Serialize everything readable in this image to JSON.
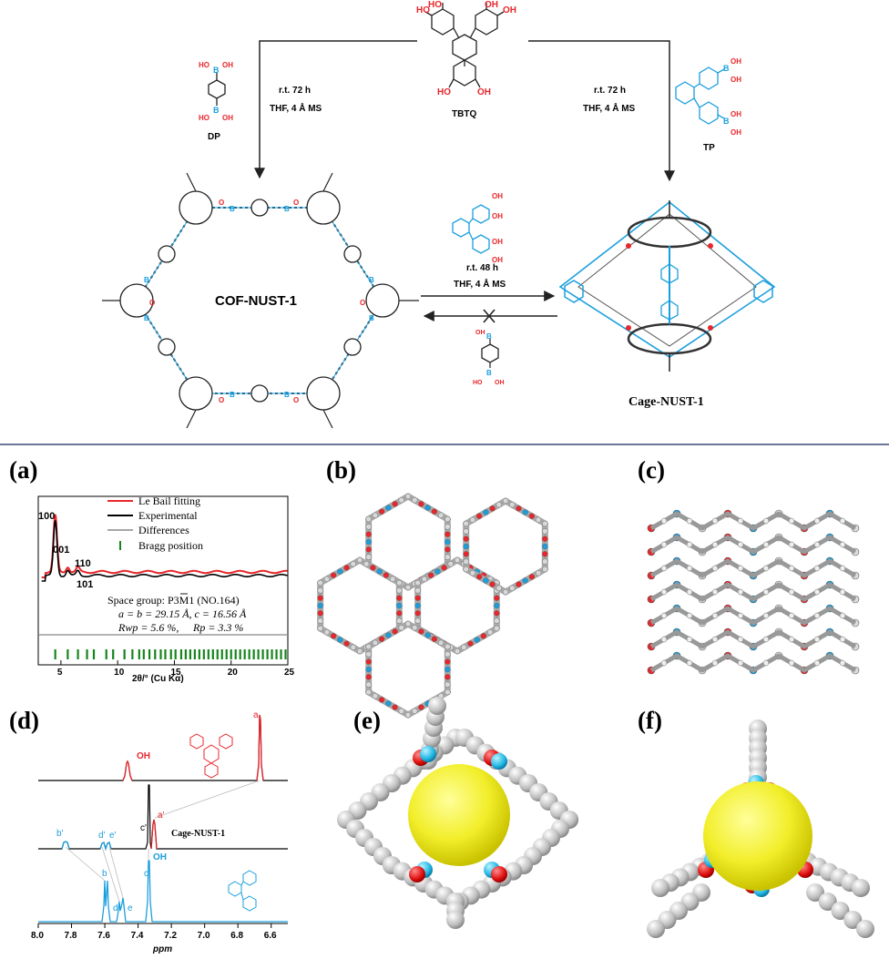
{
  "scheme": {
    "tbtq": {
      "label": "TBTQ",
      "oh": "HO",
      "oh2": "OH"
    },
    "dp": {
      "label": "DP",
      "b": "B",
      "oh": "OH",
      "ho": "HO"
    },
    "tp": {
      "label": "TP",
      "b": "B",
      "oh": "OH"
    },
    "left_conditions": [
      "r.t. 72 h",
      "THF, 4 Å MS"
    ],
    "right_conditions": [
      "r.t. 72 h",
      "THF, 4 Å MS"
    ],
    "middle_conditions": [
      "r.t. 48 h",
      "THF, 4 Å MS"
    ],
    "cof_label": "COF-NUST-1",
    "cage_label": "Cage-NUST-1",
    "colors": {
      "boron": "#1a9fdd",
      "oxygen": "#e8262b",
      "bond": "#222222"
    }
  },
  "panels": {
    "a": "(a)",
    "b": "(b)",
    "c": "(c)",
    "d": "(d)",
    "e": "(e)",
    "f": "(f)"
  },
  "xrd": {
    "peaks": [
      "100",
      "001",
      "110",
      "101"
    ],
    "legend": [
      "Le Bail fitting",
      "Experimental",
      "Differences",
      "Bragg position"
    ],
    "space_group": "Space group: P3M1 (NO.164)",
    "cell": "a = b = 29.15 Å, c = 16.56 Å",
    "rwp": "Rwp = 5.6 %,",
    "rp": "Rp = 3.3 %",
    "xlabel": "2θ/° (Cu Kα)",
    "xticks": [
      "5",
      "10",
      "15",
      "20",
      "25"
    ]
  },
  "nmr": {
    "xlabel": "ppm",
    "xticks": [
      "8.0",
      "7.8",
      "7.6",
      "7.4",
      "7.2",
      "7.0",
      "6.8",
      "6.6"
    ],
    "labels_red": [
      "a",
      "OH",
      "a'"
    ],
    "labels_black": [
      "Cage-NUST-1",
      "c'"
    ],
    "labels_blue": [
      "b'",
      "d'",
      "e'",
      "b",
      "d",
      "e",
      "c",
      "OH"
    ]
  },
  "chart_data": {
    "type": "line",
    "title": "",
    "xlabel": "2θ/° (Cu Kα)",
    "xlim": [
      3,
      25
    ],
    "series": [
      {
        "name": "Le Bail fitting",
        "x": [
          3.3,
          4.5,
          6,
          8,
          12,
          16,
          20,
          25
        ],
        "y": [
          0.05,
          1.0,
          0.12,
          0.1,
          0.1,
          0.1,
          0.1,
          0.1
        ]
      },
      {
        "name": "Experimental",
        "x": [
          3.3,
          4.5,
          6,
          8,
          12,
          16,
          20,
          25
        ],
        "y": [
          0.04,
          0.98,
          0.09,
          0.07,
          0.07,
          0.07,
          0.07,
          0.07
        ]
      }
    ]
  }
}
